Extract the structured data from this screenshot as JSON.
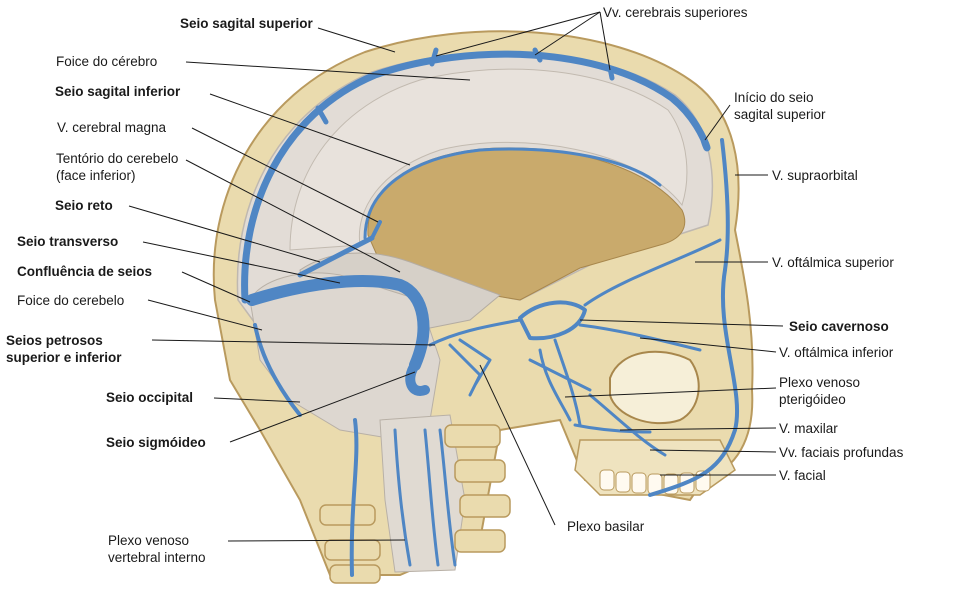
{
  "labels": {
    "seio_sagital_superior": "Seio sagital superior",
    "foice_do_cerebro": "Foice do cérebro",
    "seio_sagital_inferior": "Seio sagital inferior",
    "v_cerebral_magna": "V. cerebral magna",
    "tentorio_l1": "Tentório do cerebelo",
    "tentorio_l2": "(face inferior)",
    "seio_reto": "Seio reto",
    "seio_transverso": "Seio transverso",
    "confluencia_de_seios": "Confluência de seios",
    "foice_do_cerebelo": "Foice do cerebelo",
    "seios_petrosos_l1": "Seios petrosos",
    "seios_petrosos_l2": "superior e inferior",
    "seio_occipital": "Seio occipital",
    "seio_sigmoideo": "Seio sigmóideo",
    "plexo_vertebral_l1": "Plexo venoso",
    "plexo_vertebral_l2": "vertebral interno",
    "plexo_basilar": "Plexo basilar",
    "vv_cerebrais_superiores": "Vv. cerebrais superiores",
    "inicio_seio_l1": "Início do seio",
    "inicio_seio_l2": "sagital superior",
    "v_supraorbital": "V. supraorbital",
    "v_oftalmica_superior": "V. oftálmica superior",
    "seio_cavernoso": "Seio cavernoso",
    "v_oftalmica_inferior": "V. oftálmica inferior",
    "plexo_pterigoideo_l1": "Plexo venoso",
    "plexo_pterigoideo_l2": "pterigóideo",
    "v_maxilar": "V. maxilar",
    "vv_faciais_profundas": "Vv. faciais profundas",
    "v_facial": "V. facial"
  },
  "colors": {
    "vein": "#4f86c4",
    "bone": "#eadbae",
    "dura": "#e2dcd6",
    "cranial_cavity": "#c9aa6c"
  }
}
